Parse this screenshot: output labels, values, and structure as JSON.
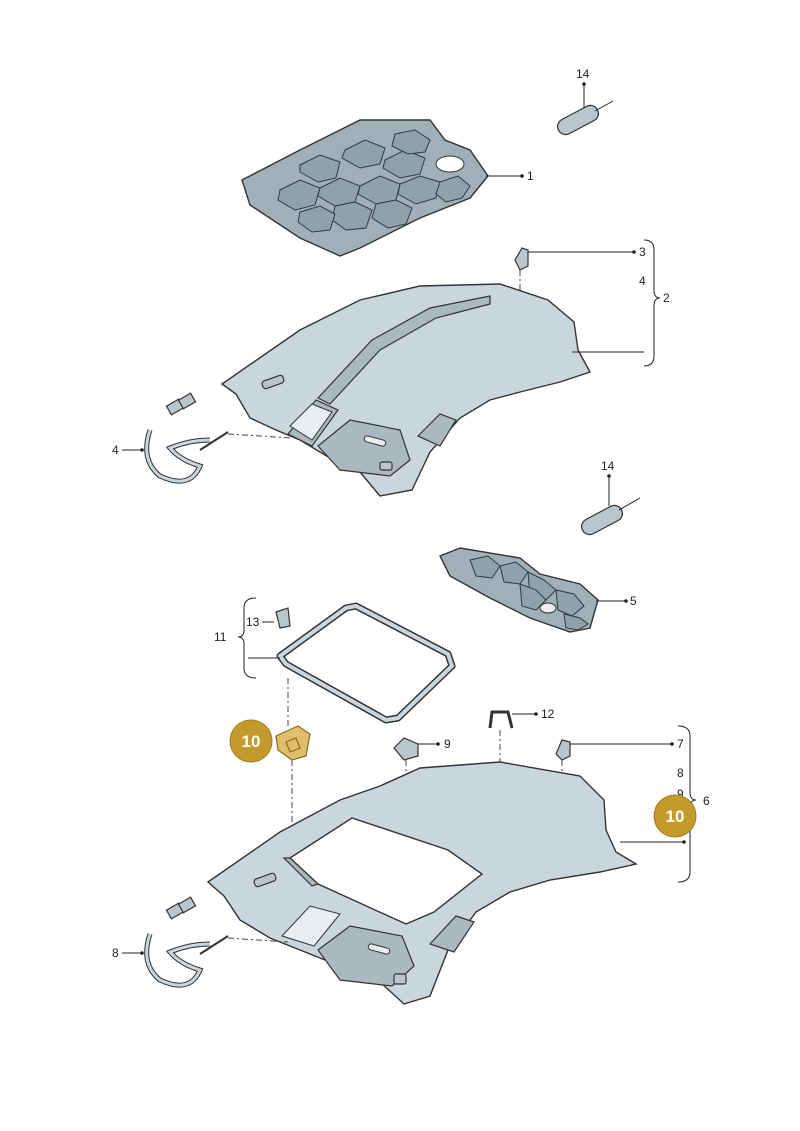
{
  "callouts": {
    "c1": "1",
    "c2": "2",
    "c3": "3",
    "c4a": "4",
    "c4b": "4",
    "c5": "5",
    "c6": "6",
    "c7": "7",
    "c8a": "8",
    "c8b": "8",
    "c9a": "9",
    "c9b": "9",
    "c11": "11",
    "c12": "12",
    "c13": "13",
    "c14a": "14",
    "c14b": "14"
  },
  "badges": {
    "b1": "10",
    "b2": "10"
  },
  "colors": {
    "badge": "#c49a2c",
    "panel": "#c9d6dd",
    "mat": "#9fb0b8",
    "line": "#222222"
  }
}
